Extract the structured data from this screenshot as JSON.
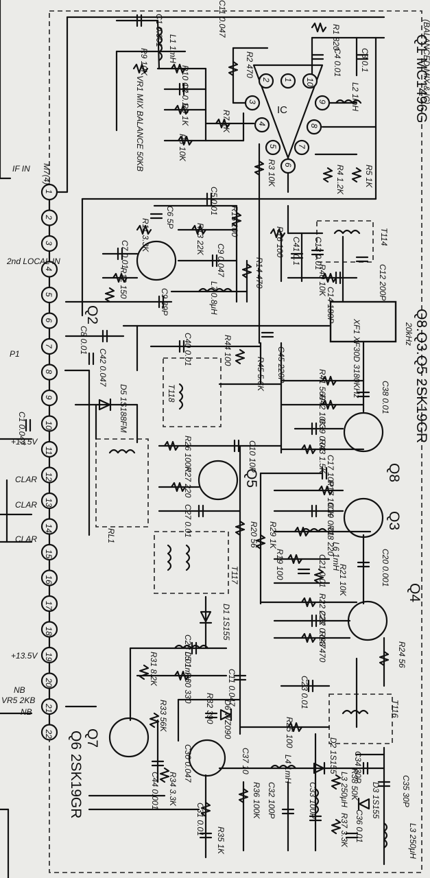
{
  "titles": {
    "q1": "Q1 MC1496G",
    "q835": "Q8.Q3.Q5 2SK19GR",
    "q4": "Q4",
    "q6": "Q6 2SK19GR",
    "q2": "Q2",
    "q5": "Q5",
    "q8": "Q8",
    "q3": "Q3",
    "q7": "Q7",
    "top_note": "(BALANCED MIX & IC)"
  },
  "ic": {
    "label": "IC",
    "pins": [
      "1",
      "2",
      "3",
      "4",
      "5",
      "6",
      "7",
      "8",
      "9",
      "10"
    ]
  },
  "connector": {
    "name": "M7(4)",
    "pins": [
      "1",
      "2",
      "3",
      "4",
      "5",
      "6",
      "7",
      "8",
      "9",
      "10",
      "11",
      "12",
      "13",
      "14",
      "15",
      "16",
      "17",
      "18",
      "19",
      "20",
      "21",
      "22"
    ],
    "side_labels": [
      "IF IN",
      "2nd LOCAL IN",
      "P1",
      "+13.5V",
      "CLAR",
      "CLAR",
      "CLAR",
      "+13.5V",
      "NB",
      "NB",
      "VR5 2KB"
    ]
  },
  "components": [
    "C1 0.001",
    "C11 0.047",
    "L1 1mH",
    "R9 10K",
    "R10 1K",
    "VR1 MIX BALANCE 50KB",
    "C2 0.1",
    "R6 1K",
    "R7 1K",
    "R8 10K",
    "R2 470",
    "R1 820",
    "C4 0.01",
    "C3 0.1",
    "L2 1mH",
    "R3 10K",
    "R4 1.2K",
    "R5 1K",
    "C5 0.01",
    "R15 100",
    "R11 3.3K",
    "C6 5P",
    "R13 22K",
    "C7 0.01",
    "C9 0.047",
    "R12 150",
    "R14 470",
    "L7 0.8μH",
    "C9 39P",
    "R16 100",
    "C41 0.1",
    "C13 0.01",
    "T114",
    "R40 10K",
    "C12 200P",
    "C14 180P",
    "XF1 XF30D 3180KHz",
    "20kHz",
    "C8 0.01",
    "C42 0.047",
    "C40 0.01",
    "R44 100",
    "C45 220P",
    "R45 5.6K",
    "T118",
    "R41 560",
    "C38 0.01",
    "R42 10K",
    "C39 0.01",
    "R43 1.5K",
    "D5 1S188FM",
    "C1 0.047",
    "RL1",
    "R26 100K",
    "C10 10P",
    "R27 220",
    "C17 10P",
    "R17 100K",
    "C27 0.01",
    "C19 0.01",
    "R18 220",
    "R20 56",
    "R29 1K",
    "L6 1mH",
    "C20 0.001",
    "T117",
    "R19 100",
    "C21 0.01",
    "R21 10K",
    "R22 22K",
    "D1 1S155",
    "C22 0.047",
    "R23 470",
    "C28 0.01",
    "L5 1mH",
    "R24 56",
    "R31 8.2K",
    "R30 330",
    "C11 0.047",
    "C23 0.01",
    "T116",
    "R32 390",
    "D6 WZ090",
    "R33 56K",
    "C30 0.047",
    "C37 10",
    "R25 100",
    "D2 1S155",
    "C34 30P",
    "C44 0.001",
    "L4 1mH",
    "R34 3.3K",
    "L3 250μH",
    "R38 50K",
    "D3 1S155",
    "C35 30P",
    "C31 0.01",
    "R35 1K",
    "R36 100K",
    "C32 100P",
    "C33 100P",
    "R37 3.3K",
    "C36 0.01",
    "L3 250μH"
  ]
}
